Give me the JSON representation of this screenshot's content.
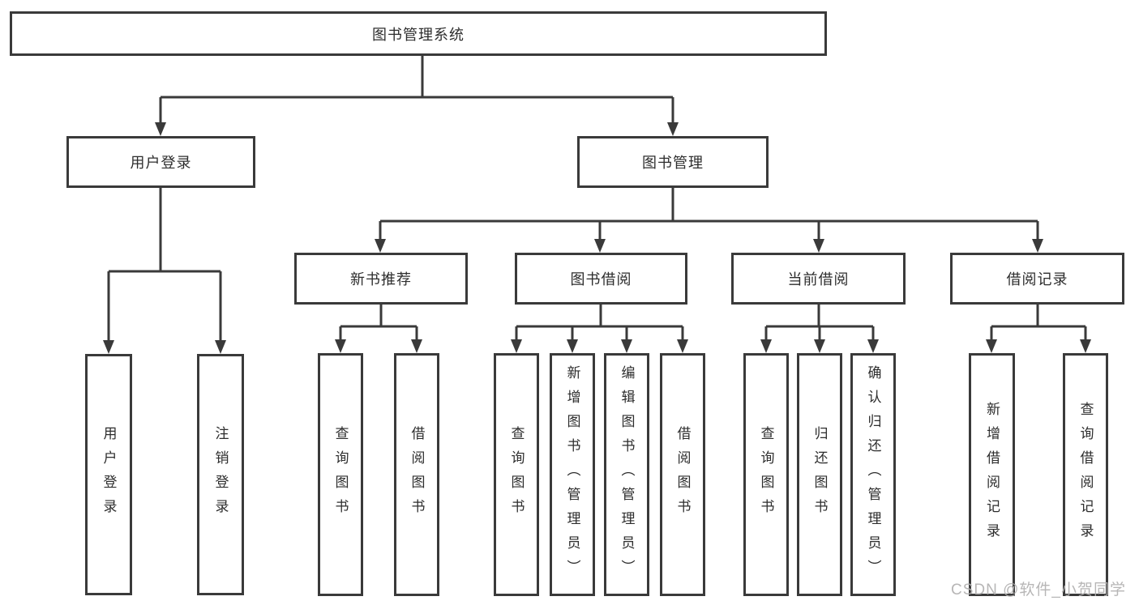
{
  "diagram": {
    "root": {
      "label": "图书管理系统"
    },
    "branches": [
      {
        "label": "用户登录",
        "children": [
          {
            "label": "用户登录"
          },
          {
            "label": "注销登录"
          }
        ]
      },
      {
        "label": "图书管理",
        "children": [
          {
            "label": "新书推荐",
            "children": [
              {
                "label": "查询图书"
              },
              {
                "label": "借阅图书"
              }
            ]
          },
          {
            "label": "图书借阅",
            "children": [
              {
                "label": "查询图书"
              },
              {
                "label": "新增图书（管理员）"
              },
              {
                "label": "编辑图书（管理员）"
              },
              {
                "label": "借阅图书"
              }
            ]
          },
          {
            "label": "当前借阅",
            "children": [
              {
                "label": "查询图书"
              },
              {
                "label": "归还图书"
              },
              {
                "label": "确认归还（管理员）"
              }
            ]
          },
          {
            "label": "借阅记录",
            "children": [
              {
                "label": "新增借阅记录"
              },
              {
                "label": "查询借阅记录"
              }
            ]
          }
        ]
      }
    ],
    "watermark": "CSDN @软件_小贺同学",
    "colors": {
      "line": "#3a3a3a",
      "box_border": "#3a3a3a",
      "text": "#2d2d2d",
      "watermark": "#b1b0b0",
      "background": "#ffffff"
    }
  }
}
